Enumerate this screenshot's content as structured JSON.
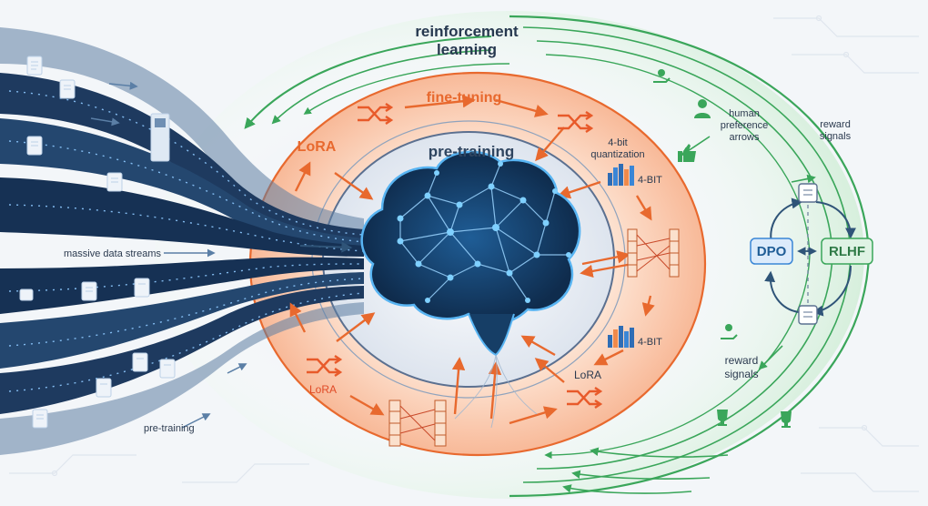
{
  "labels": {
    "reinforcement_learning_1": "reinforcement",
    "reinforcement_learning_2": "learning",
    "fine_tuning": "fine-tuning",
    "pre_training_center": "pre-training",
    "lora_upper": "LoRA",
    "lora_lower_left": "LoRA",
    "lora_lower_right": "LoRA",
    "quantization_1": "4-bit",
    "quantization_2": "quantization",
    "four_bit_upper": "4-BIT",
    "four_bit_lower": "4-BIT",
    "human_pref_1": "human",
    "human_pref_2": "preference",
    "human_pref_3": "arrows",
    "reward_signals_upper_1": "reward",
    "reward_signals_upper_2": "signals",
    "reward_signals_lower_1": "reward",
    "reward_signals_lower_2": "signals",
    "dpo": "DPO",
    "rlhf": "RLHF",
    "massive_data_streams": "massive data streams",
    "pre_training_bottom": "pre-training"
  },
  "colors": {
    "background": "#f3f6f9",
    "data_stream_dark": "#1e3a5f",
    "fine_tuning_orange": "#e8692e",
    "fine_tuning_fill": "#fbd6c0",
    "rl_green": "#3aa65a",
    "brain_blue": "#3aa0e8",
    "brain_dark": "#0f2c4d"
  },
  "icons": [
    "document-icon",
    "shuffle-icon",
    "bar-chart-icon",
    "matrix-icon",
    "thumbs-up-icon",
    "person-icon",
    "trophy-icon",
    "clipboard-icon",
    "brain-network-icon"
  ]
}
